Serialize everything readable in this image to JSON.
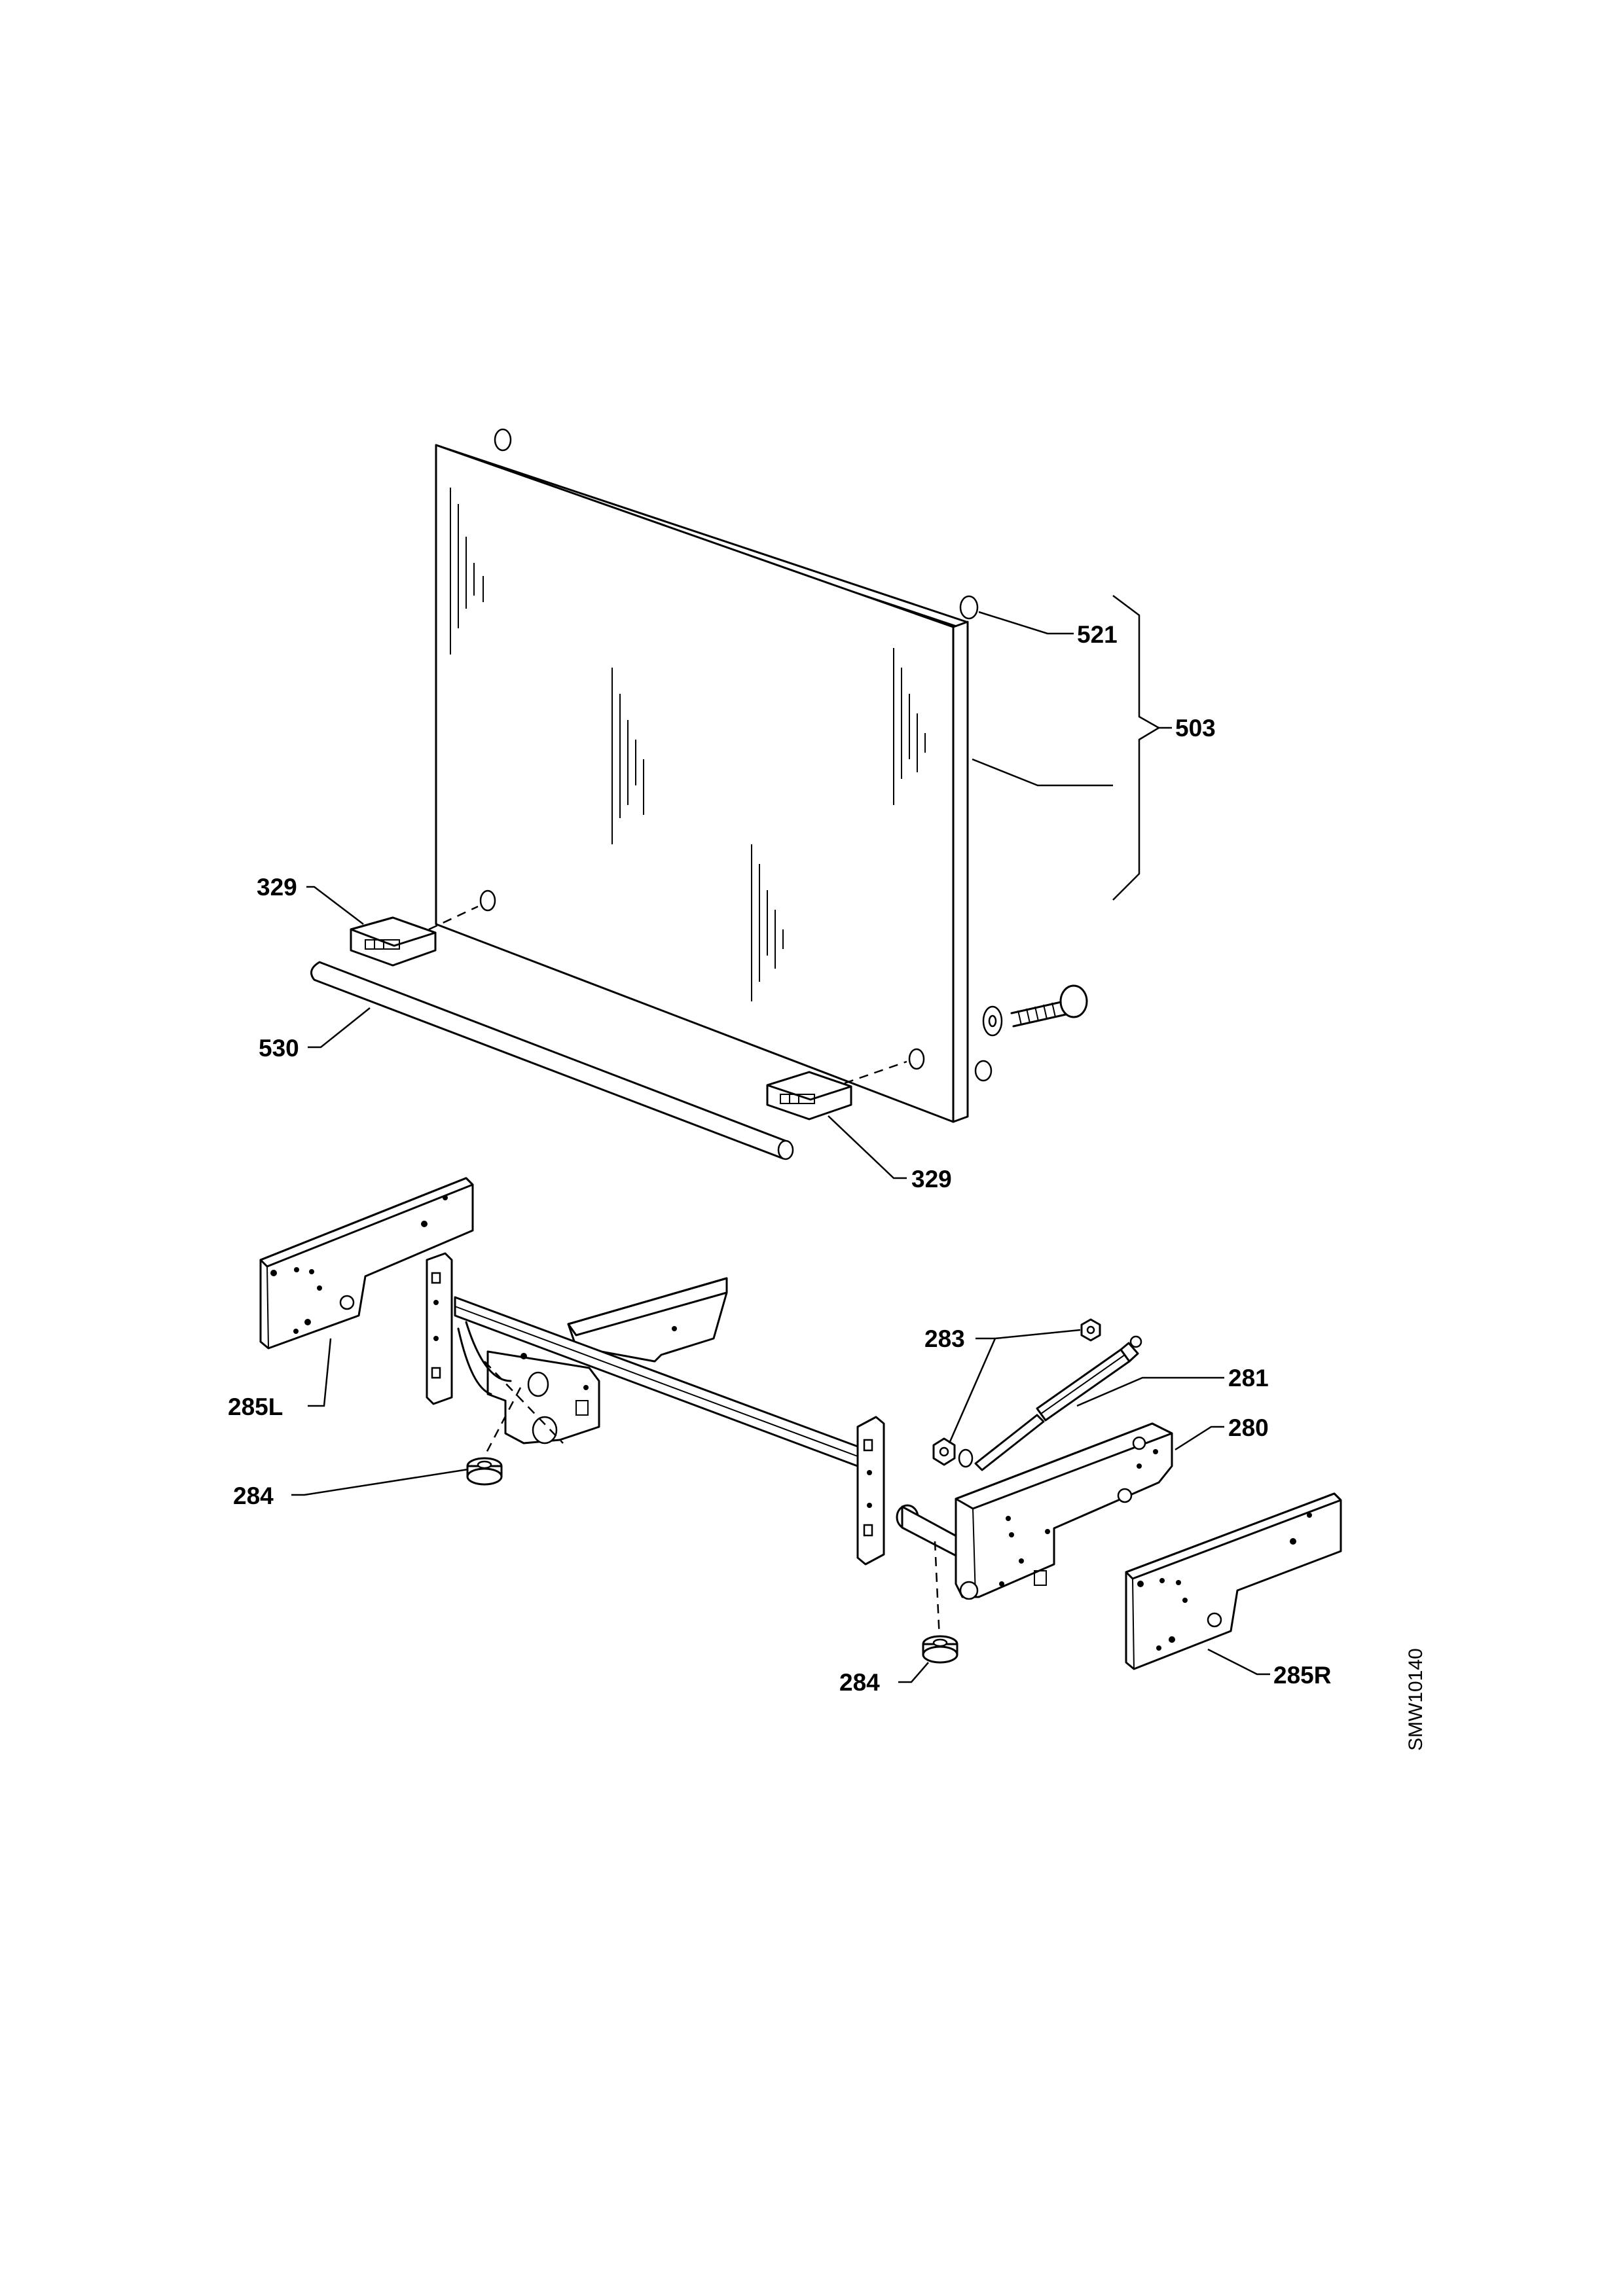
{
  "callouts": {
    "c521": "521",
    "c503": "503",
    "c329_top": "329",
    "c530": "530",
    "c329_bottom": "329",
    "c283": "283",
    "c281": "281",
    "c280": "280",
    "c285L": "285L",
    "c284_left": "284",
    "c284_right": "284",
    "c285R": "285R"
  },
  "drawing_code": "SMW10140",
  "colors": {
    "line": "#000000",
    "background": "#ffffff"
  }
}
